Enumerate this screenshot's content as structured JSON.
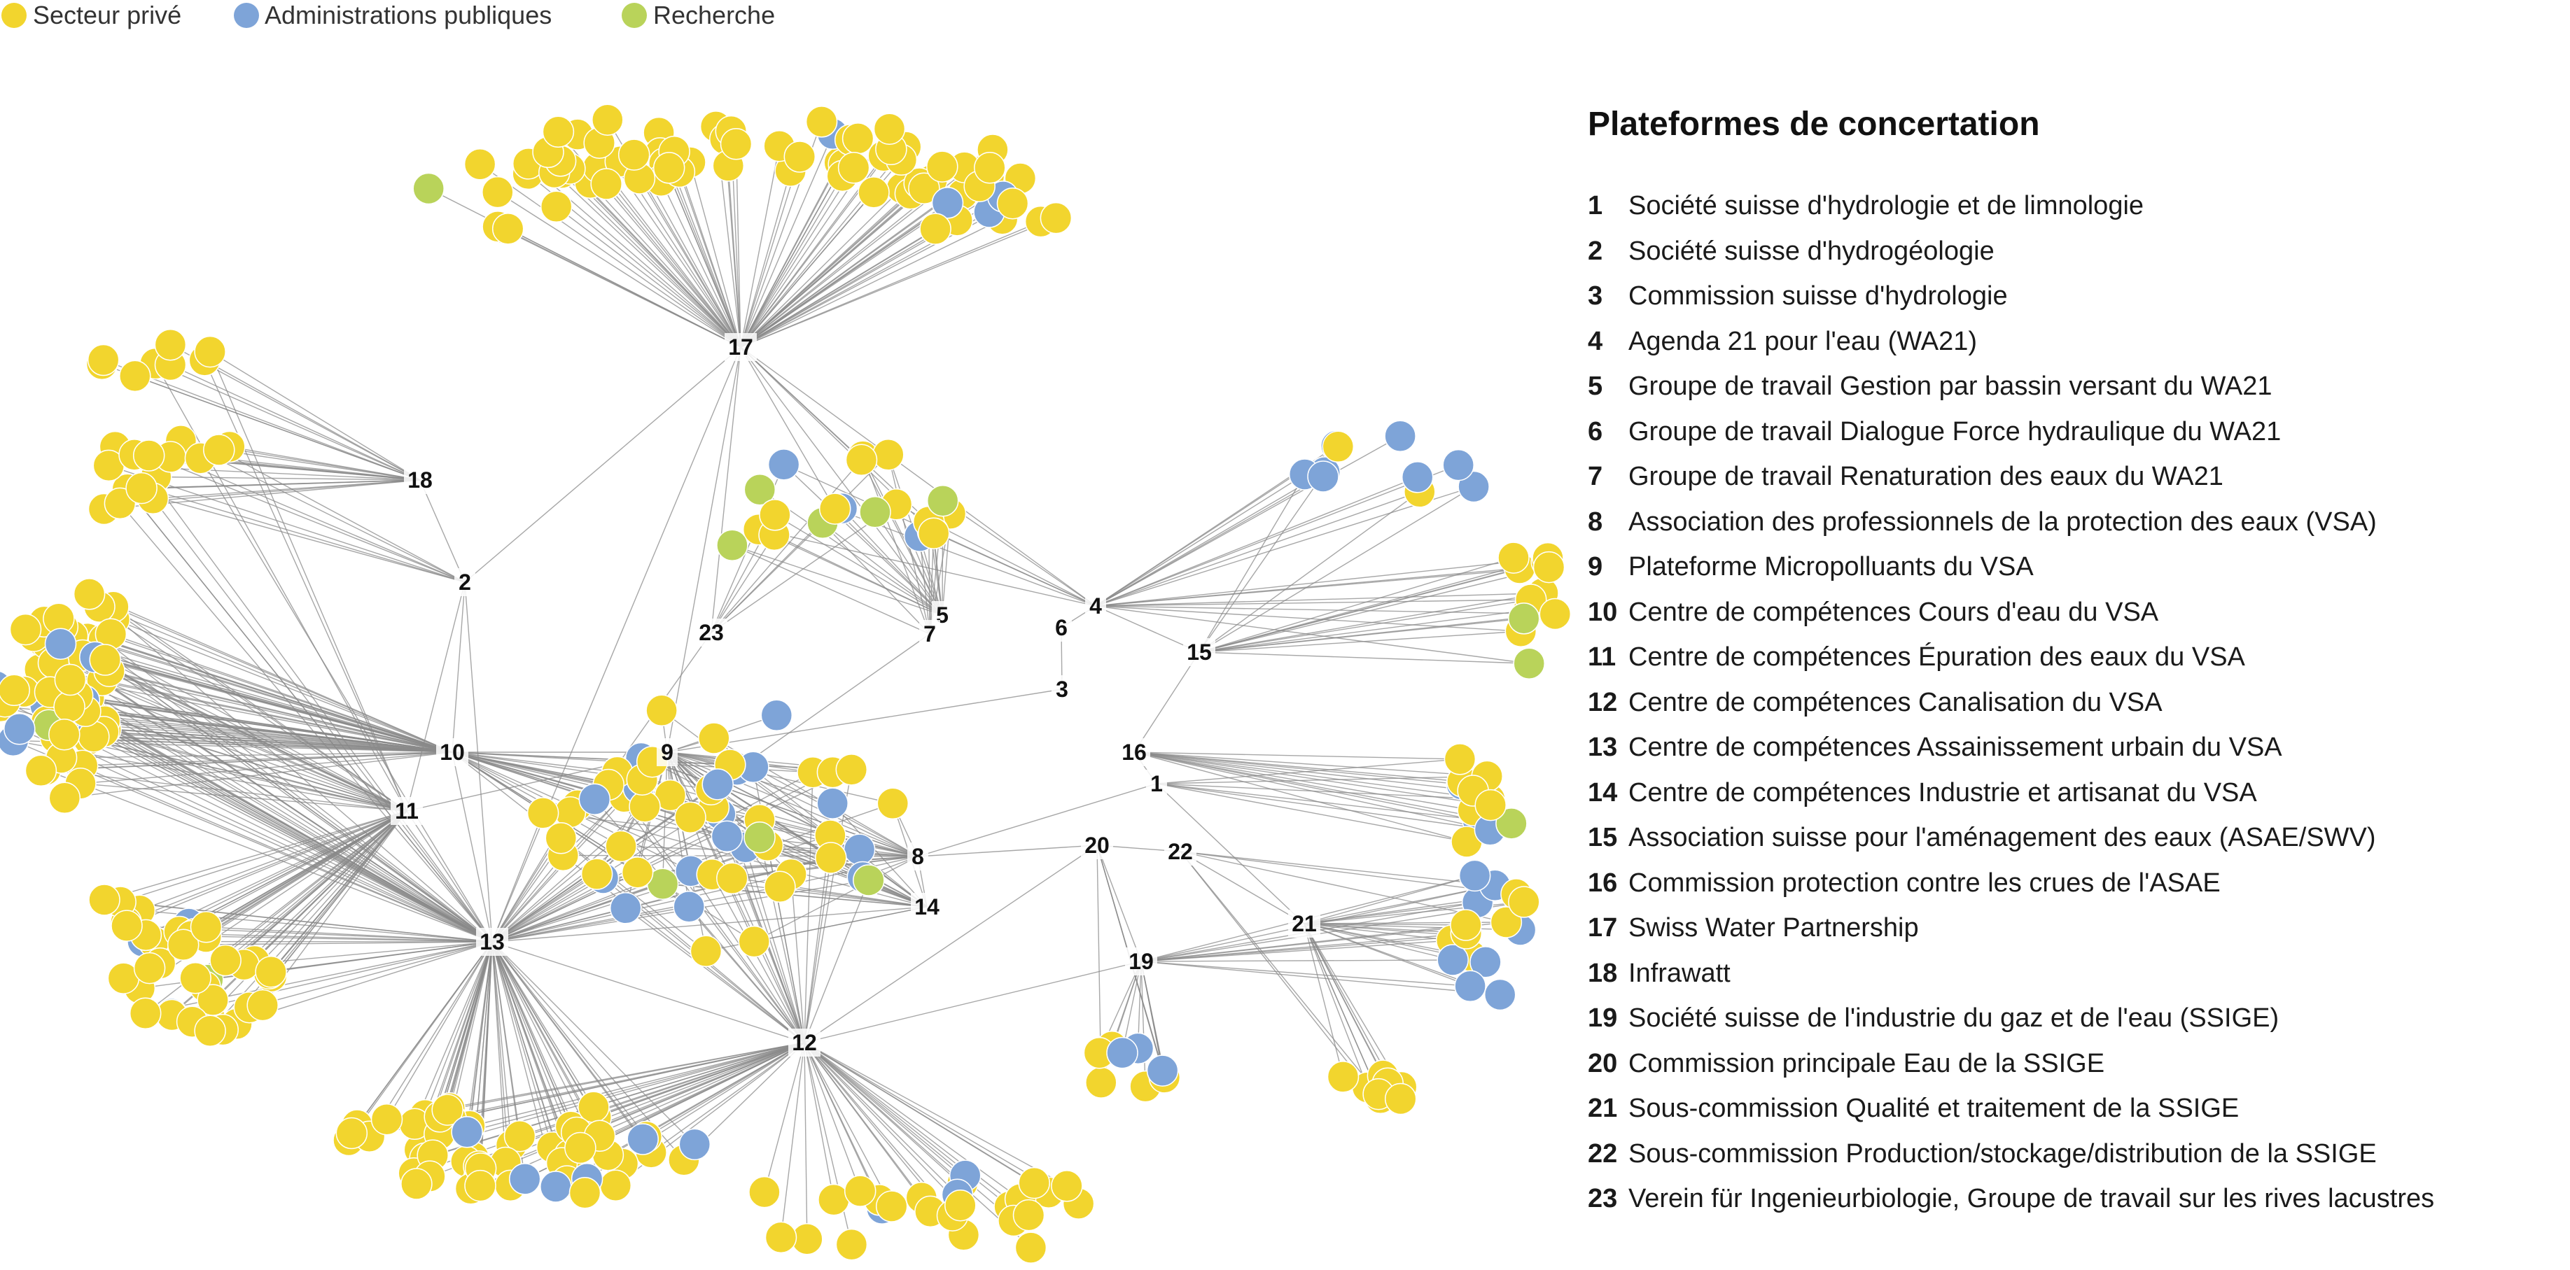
{
  "legend": [
    {
      "label": "Secteur privé",
      "color": "#f2d52e"
    },
    {
      "label": "Administrations publiques",
      "color": "#7ea4d8"
    },
    {
      "label": "Recherche",
      "color": "#b9d35a"
    }
  ],
  "colors": {
    "prive": "#f2d52e",
    "admin": "#7ea4d8",
    "recherche": "#b9d35a",
    "edge": "#8a8a8a"
  },
  "platforms_title": "Plateformes de concertation",
  "platforms": [
    {
      "num": "1",
      "name": "Société suisse d'hydrologie et de limnologie"
    },
    {
      "num": "2",
      "name": "Société suisse d'hydrogéologie"
    },
    {
      "num": "3",
      "name": "Commission suisse d'hydrologie"
    },
    {
      "num": "4",
      "name": "Agenda 21 pour l'eau (WA21)"
    },
    {
      "num": "5",
      "name": "Groupe de travail Gestion par bassin versant du WA21"
    },
    {
      "num": "6",
      "name": "Groupe de travail Dialogue Force hydraulique du WA21"
    },
    {
      "num": "7",
      "name": "Groupe de travail Renaturation des eaux du WA21"
    },
    {
      "num": "8",
      "name": "Association des professionnels de la protection des eaux (VSA)"
    },
    {
      "num": "9",
      "name": "Plateforme Micropolluants du VSA"
    },
    {
      "num": "10",
      "name": "Centre de compétences Cours d'eau du VSA"
    },
    {
      "num": "11",
      "name": "Centre de compétences Épuration des eaux du VSA"
    },
    {
      "num": "12",
      "name": "Centre de compétences Canalisation du VSA"
    },
    {
      "num": "13",
      "name": "Centre de compétences Assainissement urbain du VSA"
    },
    {
      "num": "14",
      "name": "Centre de compétences Industrie et artisanat du VSA"
    },
    {
      "num": "15",
      "name": "Association suisse pour l'aménagement des eaux (ASAE/SWV)"
    },
    {
      "num": "16",
      "name": "Commission protection contre les crues de l'ASAE"
    },
    {
      "num": "17",
      "name": "Swiss Water Partnership"
    },
    {
      "num": "18",
      "name": "Infrawatt"
    },
    {
      "num": "19",
      "name": "Société suisse de l'industrie du gaz et de l'eau (SSIGE)"
    },
    {
      "num": "20",
      "name": "Commission principale Eau de la SSIGE"
    },
    {
      "num": "21",
      "name": "Sous-commission Qualité et traitement de la SSIGE"
    },
    {
      "num": "22",
      "name": "Sous-commission Production/stockage/distribution de la SSIGE"
    },
    {
      "num": "23",
      "name": "Verein für Ingenieurbiologie, Groupe de travail sur les rives lacustres"
    }
  ],
  "hub_numbers": [
    "1",
    "2",
    "3",
    "4",
    "5",
    "6",
    "7",
    "8",
    "9",
    "10",
    "11",
    "12",
    "13",
    "14",
    "15",
    "16",
    "17",
    "18",
    "19",
    "20",
    "21",
    "22",
    "23"
  ]
}
